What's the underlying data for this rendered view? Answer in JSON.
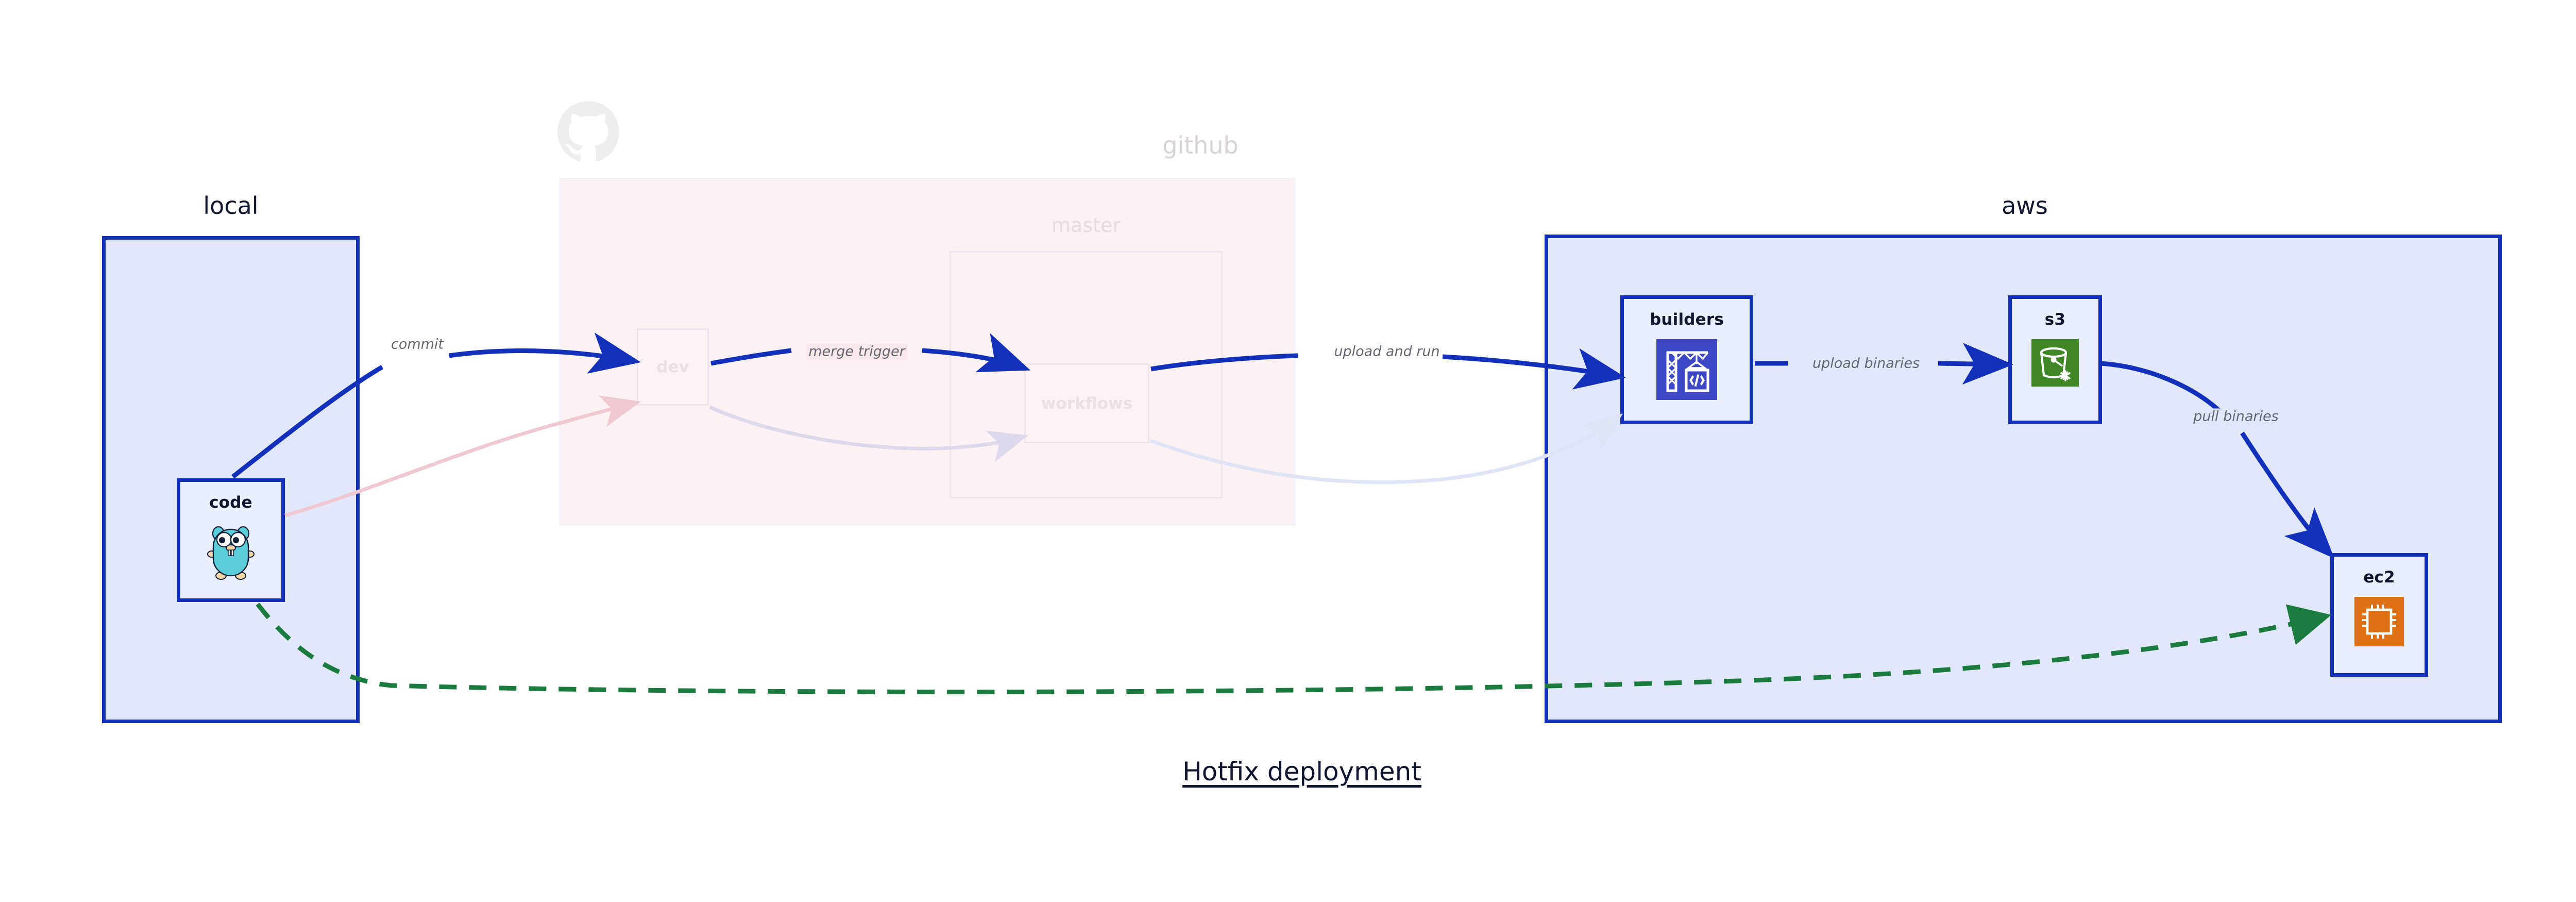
{
  "diagram": {
    "title": "Hotfix deployment",
    "colors": {
      "group_border": "#1330ba",
      "group_fill": "#e2e8fb",
      "github_fill": "#fae0e6",
      "node_fill": "#eaefff",
      "edge_primary": "#1330ba",
      "edge_dashed": "#1b7a3d",
      "label_text": "#62666e",
      "title_text": "#10162f",
      "builders_icon": "#3f48c4",
      "s3_icon": "#3f8624",
      "ec2_icon": "#dd7014",
      "gopher_body": "#5bcfd9"
    }
  },
  "groups": [
    {
      "id": "local",
      "label": "local"
    },
    {
      "id": "github",
      "label": "github",
      "faded": true
    },
    {
      "id": "aws",
      "label": "aws"
    }
  ],
  "github_inner": [
    {
      "id": "master",
      "label": "master",
      "faded": true
    }
  ],
  "nodes": [
    {
      "id": "code",
      "label": "code",
      "icon": "go-gopher-icon",
      "group": "local",
      "faded": false
    },
    {
      "id": "dev",
      "label": "dev",
      "icon": "none",
      "group": "github",
      "faded": true
    },
    {
      "id": "workflows",
      "label": "workflows",
      "icon": "none",
      "group": "master",
      "faded": true
    },
    {
      "id": "builders",
      "label": "builders",
      "icon": "aws-builder-icon",
      "group": "aws",
      "faded": false
    },
    {
      "id": "s3",
      "label": "s3",
      "icon": "aws-s3-icon",
      "group": "aws",
      "faded": false
    },
    {
      "id": "ec2",
      "label": "ec2",
      "icon": "aws-ec2-icon",
      "group": "aws",
      "faded": false
    }
  ],
  "edges": [
    {
      "id": "e1",
      "from": "code",
      "to": "dev",
      "label": "commit",
      "style": "solid",
      "color": "#1330ba",
      "faded": false
    },
    {
      "id": "e2",
      "from": "dev",
      "to": "workflows",
      "label": "merge trigger",
      "style": "solid",
      "color": "#1330ba",
      "faded": false
    },
    {
      "id": "e3",
      "from": "workflows",
      "to": "builders",
      "label": "upload and run",
      "style": "solid",
      "color": "#1330ba",
      "faded": false
    },
    {
      "id": "e4",
      "from": "builders",
      "to": "s3",
      "label": "upload binaries",
      "style": "solid",
      "color": "#1330ba",
      "faded": false
    },
    {
      "id": "e5",
      "from": "s3",
      "to": "ec2",
      "label": "pull binaries",
      "style": "solid",
      "color": "#1330ba",
      "faded": false
    },
    {
      "id": "e6",
      "from": "code",
      "to": "ec2",
      "label": "",
      "style": "dashed",
      "color": "#1b7a3d",
      "faded": false
    },
    {
      "id": "g1",
      "from": "code",
      "to": "dev",
      "label": "",
      "style": "solid",
      "color": "#f0c8d2",
      "faded": true
    },
    {
      "id": "g2",
      "from": "dev",
      "to": "workflows",
      "label": "",
      "style": "solid",
      "color": "#ddd8ec",
      "faded": true
    },
    {
      "id": "g3",
      "from": "workflows",
      "to": "builders",
      "label": "",
      "style": "solid",
      "color": "#dfe4f7",
      "faded": true
    }
  ]
}
